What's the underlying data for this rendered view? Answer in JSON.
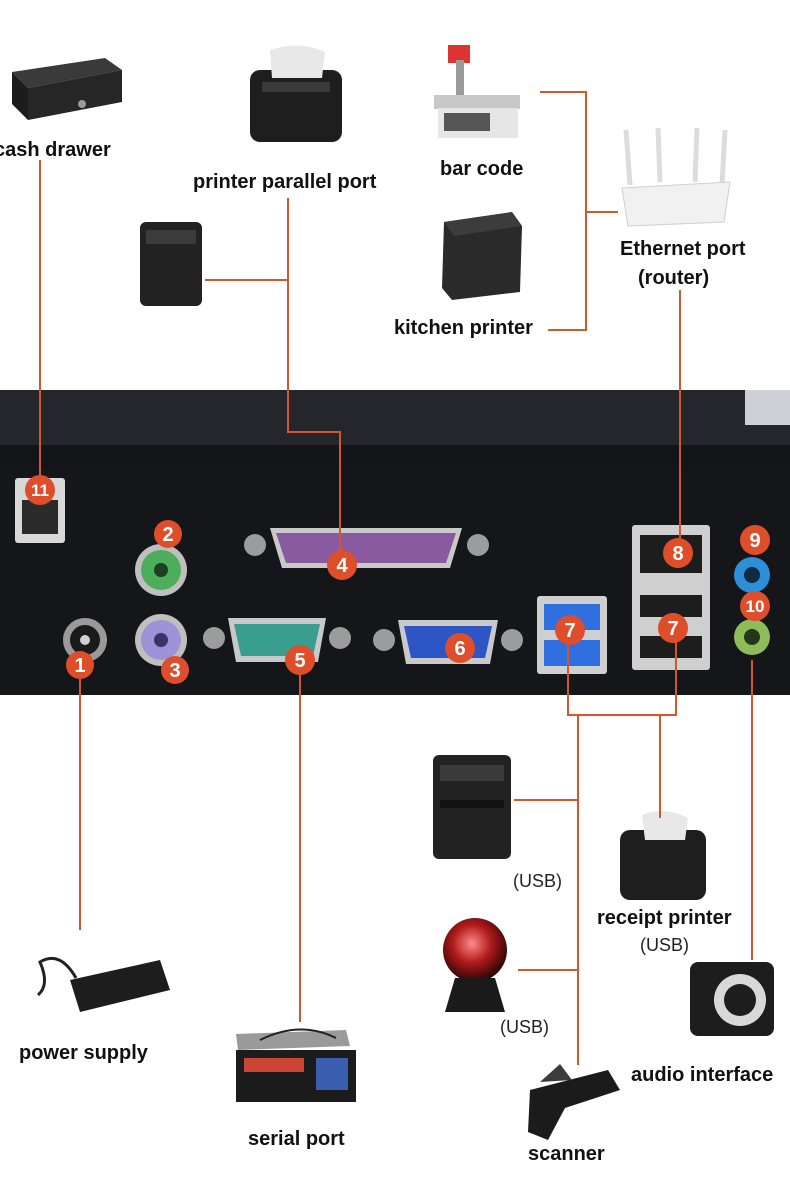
{
  "labels": {
    "cash_drawer": "cash drawer",
    "printer_parallel_port": "printer parallel port",
    "bar_code": "bar code",
    "ethernet_port": "Ethernet port",
    "router": "(router)",
    "kitchen_printer": "kitchen printer",
    "usb_1": "(USB)",
    "receipt_printer": "receipt printer",
    "usb_2": "(USB)",
    "usb_3": "(USB)",
    "power_supply": "power supply",
    "audio_interface": "audio interface",
    "serial_port": "serial port",
    "scanner": "scanner"
  },
  "ports": {
    "p1": "1",
    "p2": "2",
    "p3": "3",
    "p4": "4",
    "p5": "5",
    "p6": "6",
    "p7a": "7",
    "p7b": "7",
    "p8": "8",
    "p9": "9",
    "p10": "10",
    "p11": "11"
  },
  "colors": {
    "connector_line": "#d2572a",
    "badge": "#df4e2a",
    "panel": "#17181c",
    "ps2_keyboard": "#4cae5b",
    "ps2_mouse": "#9e93d9",
    "parallel_port": "#8a5aa0",
    "serial_port": "#3a9e8f",
    "vga_port": "#2e55c4",
    "usb3": "#2f6fe0",
    "audio_blue": "#2d8fd8",
    "audio_green": "#8fbc5a"
  }
}
